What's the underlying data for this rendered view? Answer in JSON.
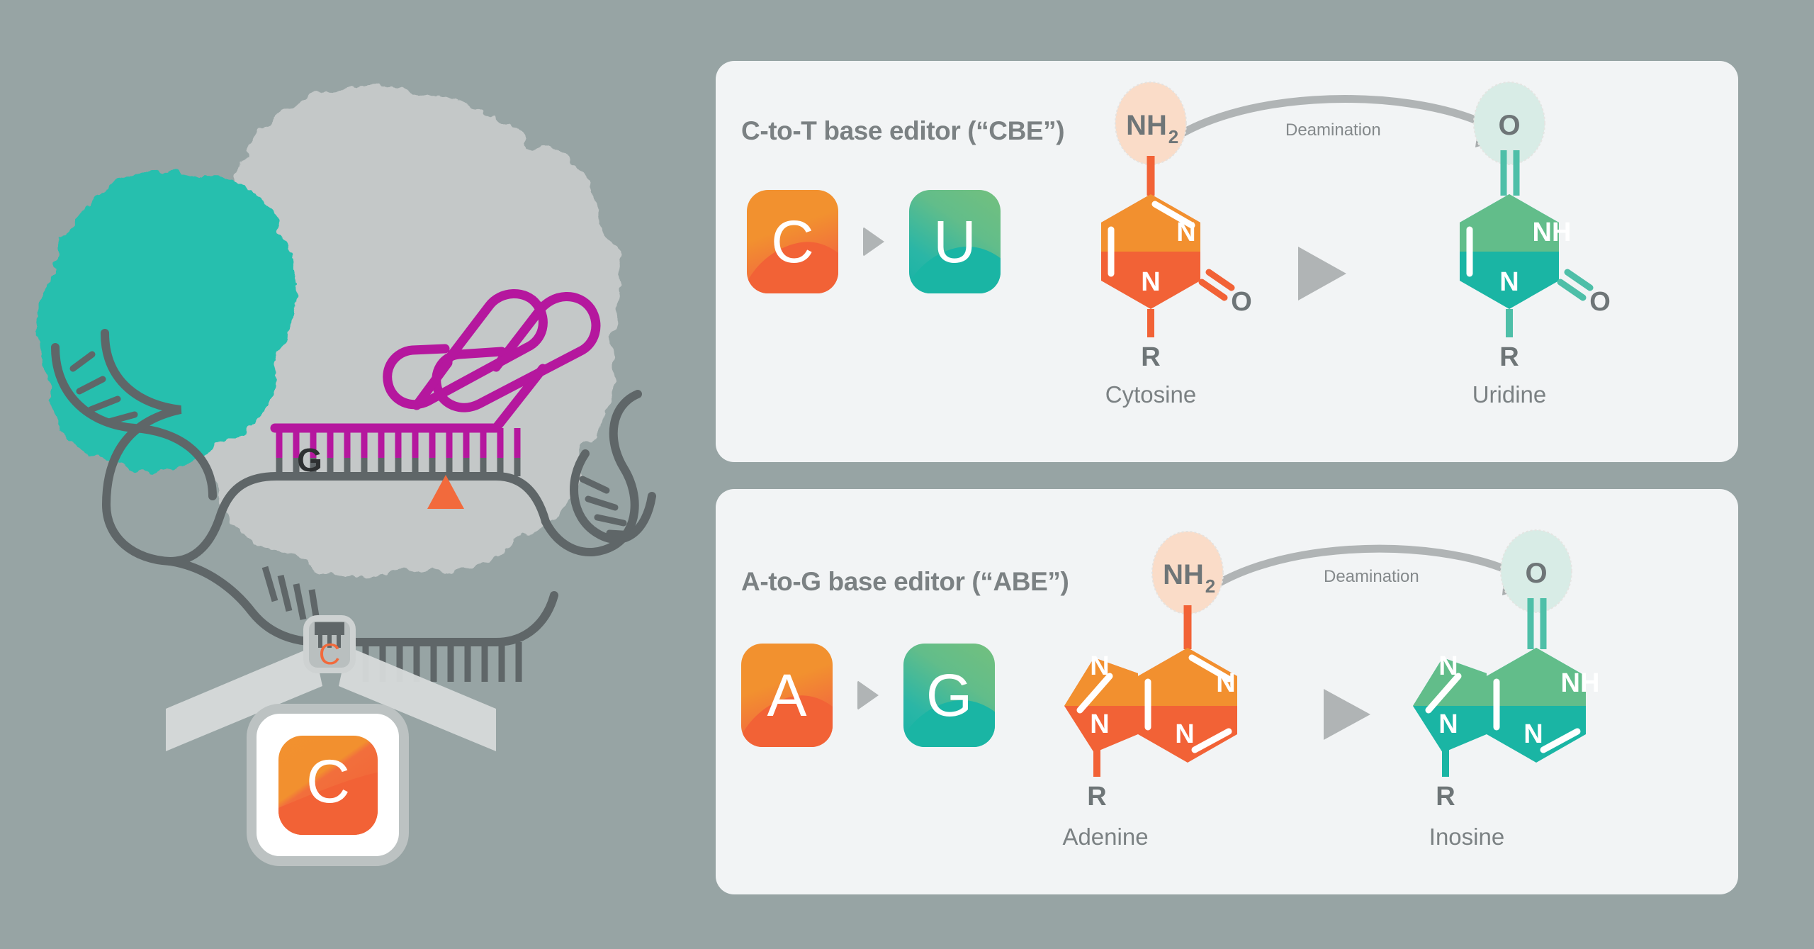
{
  "background_color": "#97a4a4",
  "panel_background": "#f2f4f5",
  "colors": {
    "orange_light": "#f2912f",
    "orange_dark": "#f26236",
    "teal": "#1ab5a4",
    "green": "#73c07e",
    "magenta_grna": "#b5179e",
    "dna_gray": "#5f6668",
    "protein_gray": "#c4c8c8",
    "deaminase_teal": "#25bfae",
    "text_gray": "#7b8183",
    "arrow_gray": "#b0b4b5",
    "nh2_halo": "#fadcc8",
    "o_halo": "#d8ece6"
  },
  "illustration": {
    "deaminase_domain_name": "deaminase-domain",
    "cas9_body_name": "cas9-protein-body",
    "grna_name": "guide-rna",
    "target_strand_base_label": "G",
    "edit_marker_name": "edit-site-marker",
    "callout_small_label": "C",
    "callout_large_label": "C"
  },
  "panels": [
    {
      "id": "cbe",
      "title": "C-to-T base editor (“CBE”)",
      "tiles": {
        "source": "C",
        "target": "U",
        "arrow": "play-arrow"
      },
      "reaction": {
        "arrow_label": "Deamination",
        "source": {
          "name": "Cytosine",
          "substituent_group": "NH",
          "substituent_sub": "2",
          "ring_labels": [
            "N",
            "N",
            "O",
            "R"
          ],
          "ring_type": "pyrimidine"
        },
        "target": {
          "name": "Uridine",
          "substituent_group": "O",
          "ring_labels": [
            "NH",
            "N",
            "O",
            "R"
          ],
          "ring_type": "pyrimidine"
        }
      }
    },
    {
      "id": "abe",
      "title": "A-to-G base editor (“ABE”)",
      "tiles": {
        "source": "A",
        "target": "G",
        "arrow": "play-arrow"
      },
      "reaction": {
        "arrow_label": "Deamination",
        "source": {
          "name": "Adenine",
          "substituent_group": "NH",
          "substituent_sub": "2",
          "ring_labels": [
            "N",
            "N",
            "N",
            "N",
            "R"
          ],
          "ring_type": "purine"
        },
        "target": {
          "name": "Inosine",
          "substituent_group": "O",
          "ring_labels": [
            "N",
            "N",
            "NH",
            "N",
            "R"
          ],
          "ring_type": "purine"
        }
      }
    }
  ]
}
